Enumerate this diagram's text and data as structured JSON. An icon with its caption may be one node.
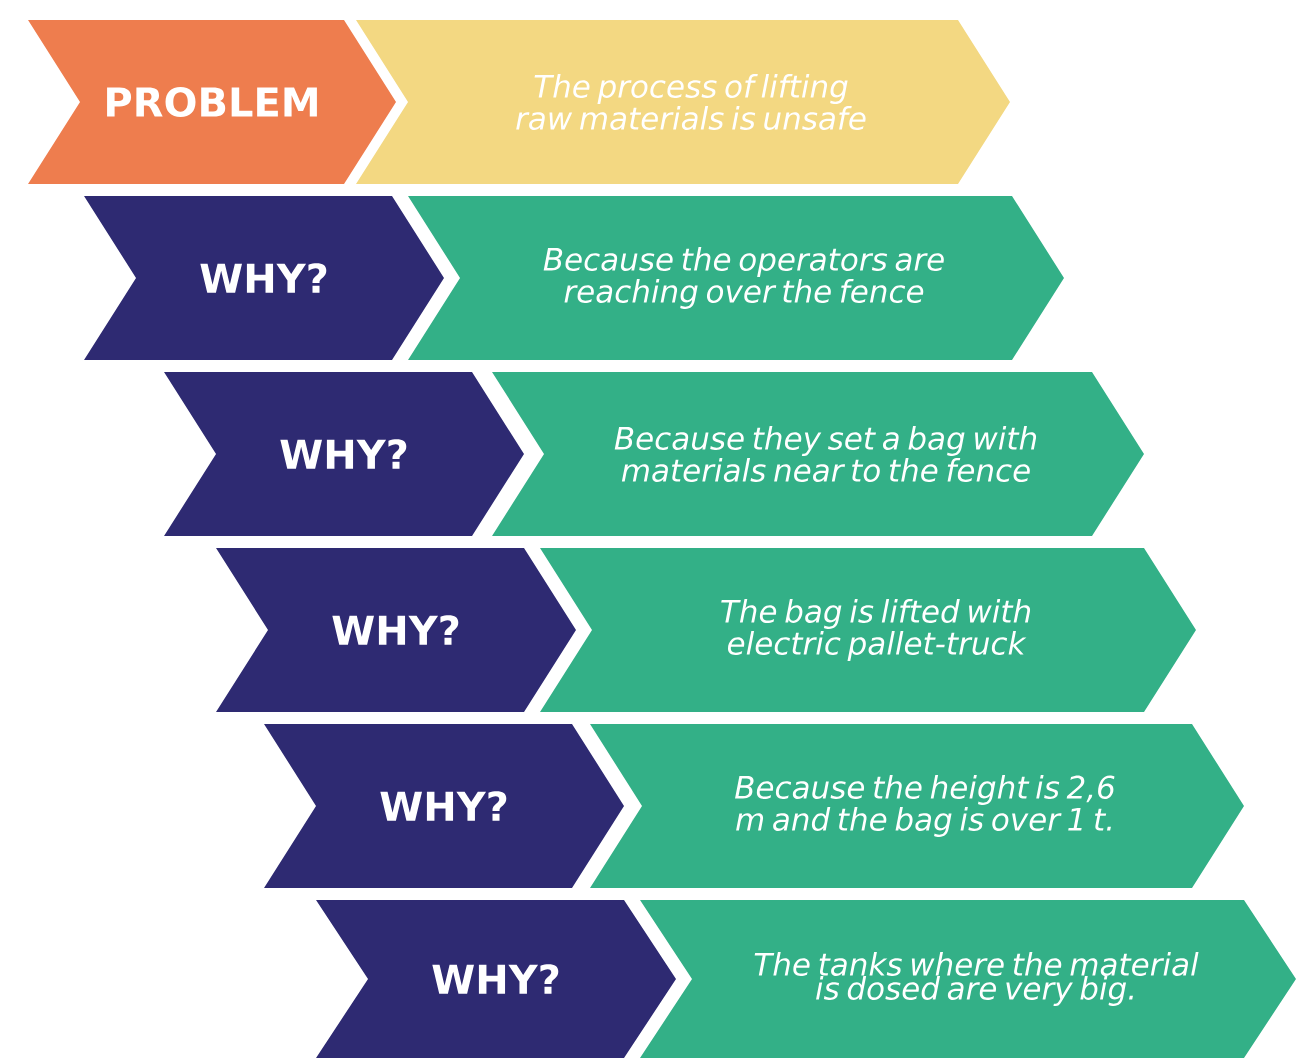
{
  "diagram": {
    "nodes": [
      {
        "text": [
          "PROBLEM"
        ]
      },
      {
        "text": [
          "The process of lifting raw materials is unsafe"
        ]
      },
      {
        "text": [
          "WHY?"
        ]
      },
      {
        "text": [
          "Because the operators are reaching over the fence"
        ]
      },
      {
        "text": [
          "WHY?"
        ]
      },
      {
        "text": [
          "Because they set a bag with materials near to the fence"
        ]
      },
      {
        "text": [
          "WHY?"
        ]
      },
      {
        "text": [
          "The bag is lifted with electric pallet-truck"
        ]
      },
      {
        "text": [
          "WHY?"
        ]
      },
      {
        "text": [
          "Because the height is 2,6 m and the bag is over 1 t."
        ]
      },
      {
        "text": [
          "WHY?"
        ]
      },
      {
        "text": [
          "The tanks where the material is dosed are very big."
        ]
      }
    ]
  }
}
